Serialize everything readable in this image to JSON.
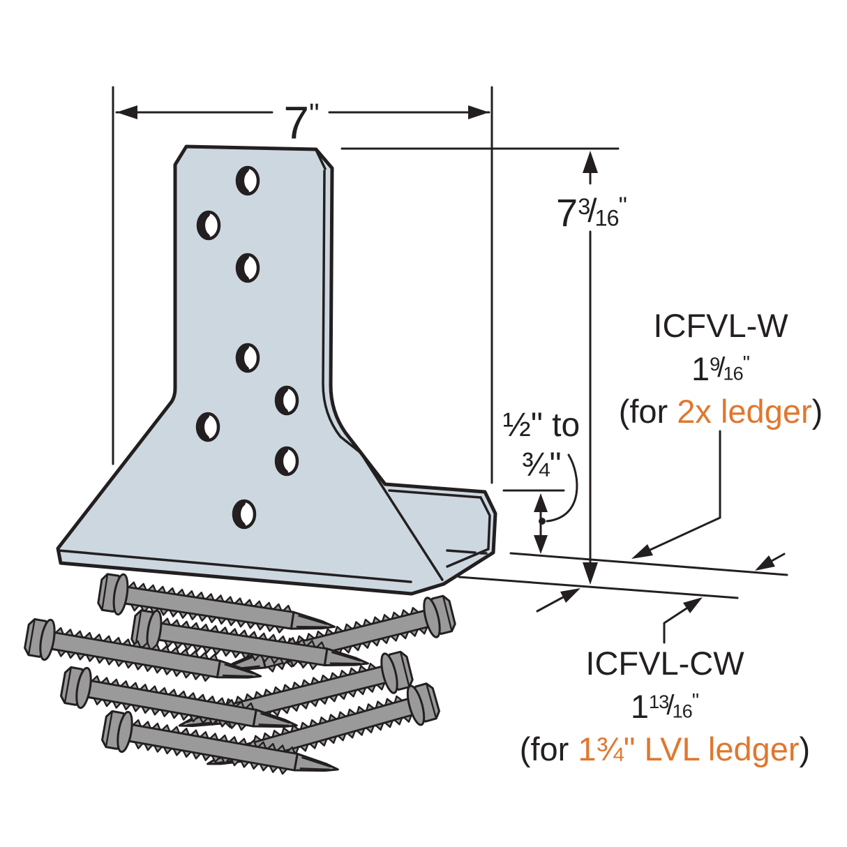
{
  "dimensions": {
    "width": {
      "value": "7",
      "unit": "\""
    },
    "height": {
      "whole": "7",
      "num": "3",
      "slash": "/",
      "den": "16",
      "unit": "\""
    },
    "gap": {
      "line1": "½\" to",
      "line2": "¾\""
    }
  },
  "callouts": {
    "icfvl_w": {
      "model": "ICFVL-W",
      "size": {
        "whole": "1",
        "num": "9",
        "slash": "/",
        "den": "16",
        "unit": "\""
      },
      "paren_open": "(for ",
      "highlight": "2x ledger",
      "paren_close": ")"
    },
    "icfvl_cw": {
      "model": "ICFVL-CW",
      "size": {
        "whole": "1",
        "num": "13",
        "slash": "/",
        "den": "16",
        "unit": "\""
      },
      "paren_open": "(for ",
      "highlight": "1¾\" LVL ledger",
      "paren_close": ")"
    }
  },
  "drawing": {
    "screw_count": 8,
    "hole_count": 8
  },
  "colors": {
    "line": "#231f20",
    "metal": "#cdd7e0",
    "screw": "#9a9a9a",
    "accent": "#e0772e",
    "background": "#ffffff"
  }
}
